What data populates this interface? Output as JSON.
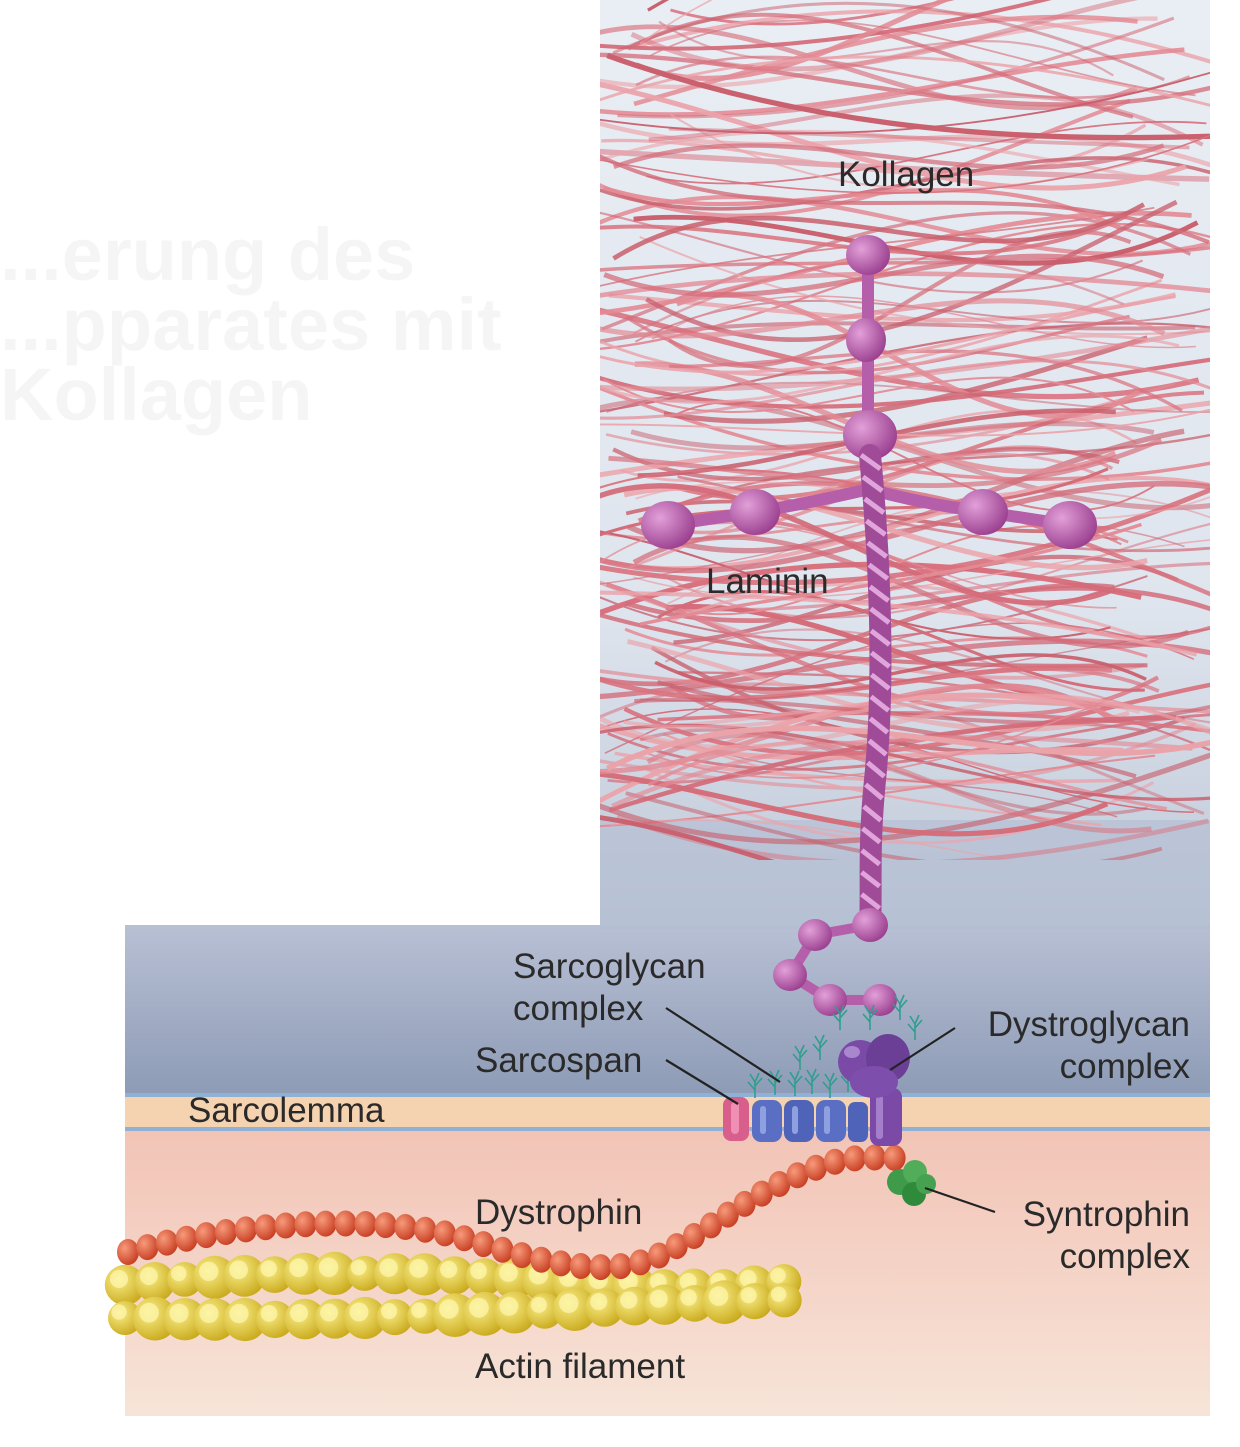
{
  "background_text": [
    "...erung des",
    "...pparates mit",
    "Kollagen"
  ],
  "labels": {
    "kollagen": "Kollagen",
    "laminin": "Laminin",
    "sarcoglycan": [
      "Sarcoglycan",
      "complex"
    ],
    "sarcospan": "Sarcospan",
    "dystroglycan": [
      "Dystroglycan",
      "complex"
    ],
    "sarcolemma": "Sarcolemma",
    "dystrophin": "Dystrophin",
    "syntrophin": [
      "Syntrophin",
      "complex"
    ],
    "actin": "Actin filament"
  },
  "colors": {
    "collagen": "#d9727e",
    "laminin": "#b55ea9",
    "sarcoglycan": "#5a6fc4",
    "sarcospan": "#d85f8c",
    "dystroglycan": "#7a4aa6",
    "dystrophin": "#e2553a",
    "syntrophin": "#3f9a4a",
    "actin": "#e3cf3a",
    "membrane": "#f5d3b0"
  }
}
